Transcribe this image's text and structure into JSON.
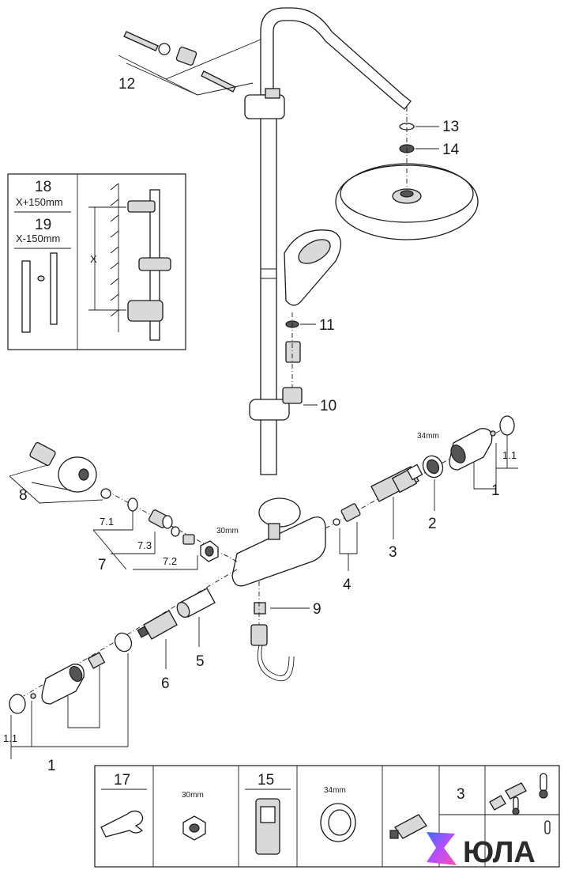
{
  "callouts": {
    "c12": "12",
    "c13": "13",
    "c14": "14",
    "c11": "11",
    "c10": "10",
    "c9": "9",
    "c8": "8",
    "c7": "7",
    "c7_1": "7.1",
    "c7_2": "7.2",
    "c7_3": "7.3",
    "c6": "6",
    "c5": "5",
    "c4": "4",
    "c3": "3",
    "c2": "2",
    "c1_right": "1",
    "c1_1_right": "1.1",
    "c1_left": "1",
    "c1_1_left": "1.1",
    "dim_34mm": "34mm",
    "dim_30mm": "30mm"
  },
  "inset_extension": {
    "item_18": "18",
    "item_18_spec": "X+150mm",
    "item_19": "19",
    "item_19_spec": "X-150mm",
    "dim_x": "X"
  },
  "tools_table": {
    "item_17": "17",
    "item_17_size": "30mm",
    "item_15": "15",
    "item_15_size": "34mm",
    "item_3": "3"
  },
  "watermark": {
    "brand": "ЮЛА",
    "accent_gradient": [
      "#3b6cff",
      "#b84dff",
      "#ff4fa8"
    ]
  }
}
